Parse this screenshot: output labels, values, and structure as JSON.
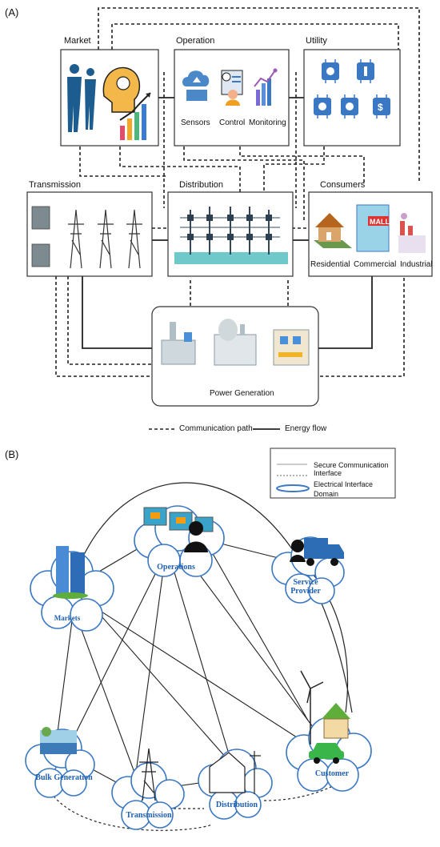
{
  "panelA": {
    "tag": "(A)",
    "market": {
      "title": "Market"
    },
    "operation": {
      "title": "Operation",
      "items": [
        "Sensors",
        "Control",
        "Monitoring"
      ]
    },
    "utility": {
      "title": "Utility"
    },
    "transmission": {
      "title": "Transmission"
    },
    "distribution": {
      "title": "Distribution"
    },
    "consumers": {
      "title": "Consumers",
      "items": [
        "Residential",
        "Commercial",
        "Industrial"
      ]
    },
    "generation": {
      "title": "Power Generation"
    },
    "legend": {
      "communication": "Communication path",
      "energy": "Energy flow"
    }
  },
  "panelB": {
    "tag": "(B)",
    "legend": {
      "secure": "Secure Communication Interface",
      "electrical": "Electrical Interface",
      "domain": "Domain"
    },
    "nodes": {
      "operations": "Operations",
      "service": "Service Provider",
      "markets": "Markets",
      "bulk": "Bulk Generation",
      "transmission": "Transmission",
      "distribution": "Distribution",
      "customer": "Customer"
    }
  },
  "colors": {
    "accent_blue": "#3a78c3",
    "node_text": "#1f5fb0",
    "teal": "#6fc8c9"
  }
}
